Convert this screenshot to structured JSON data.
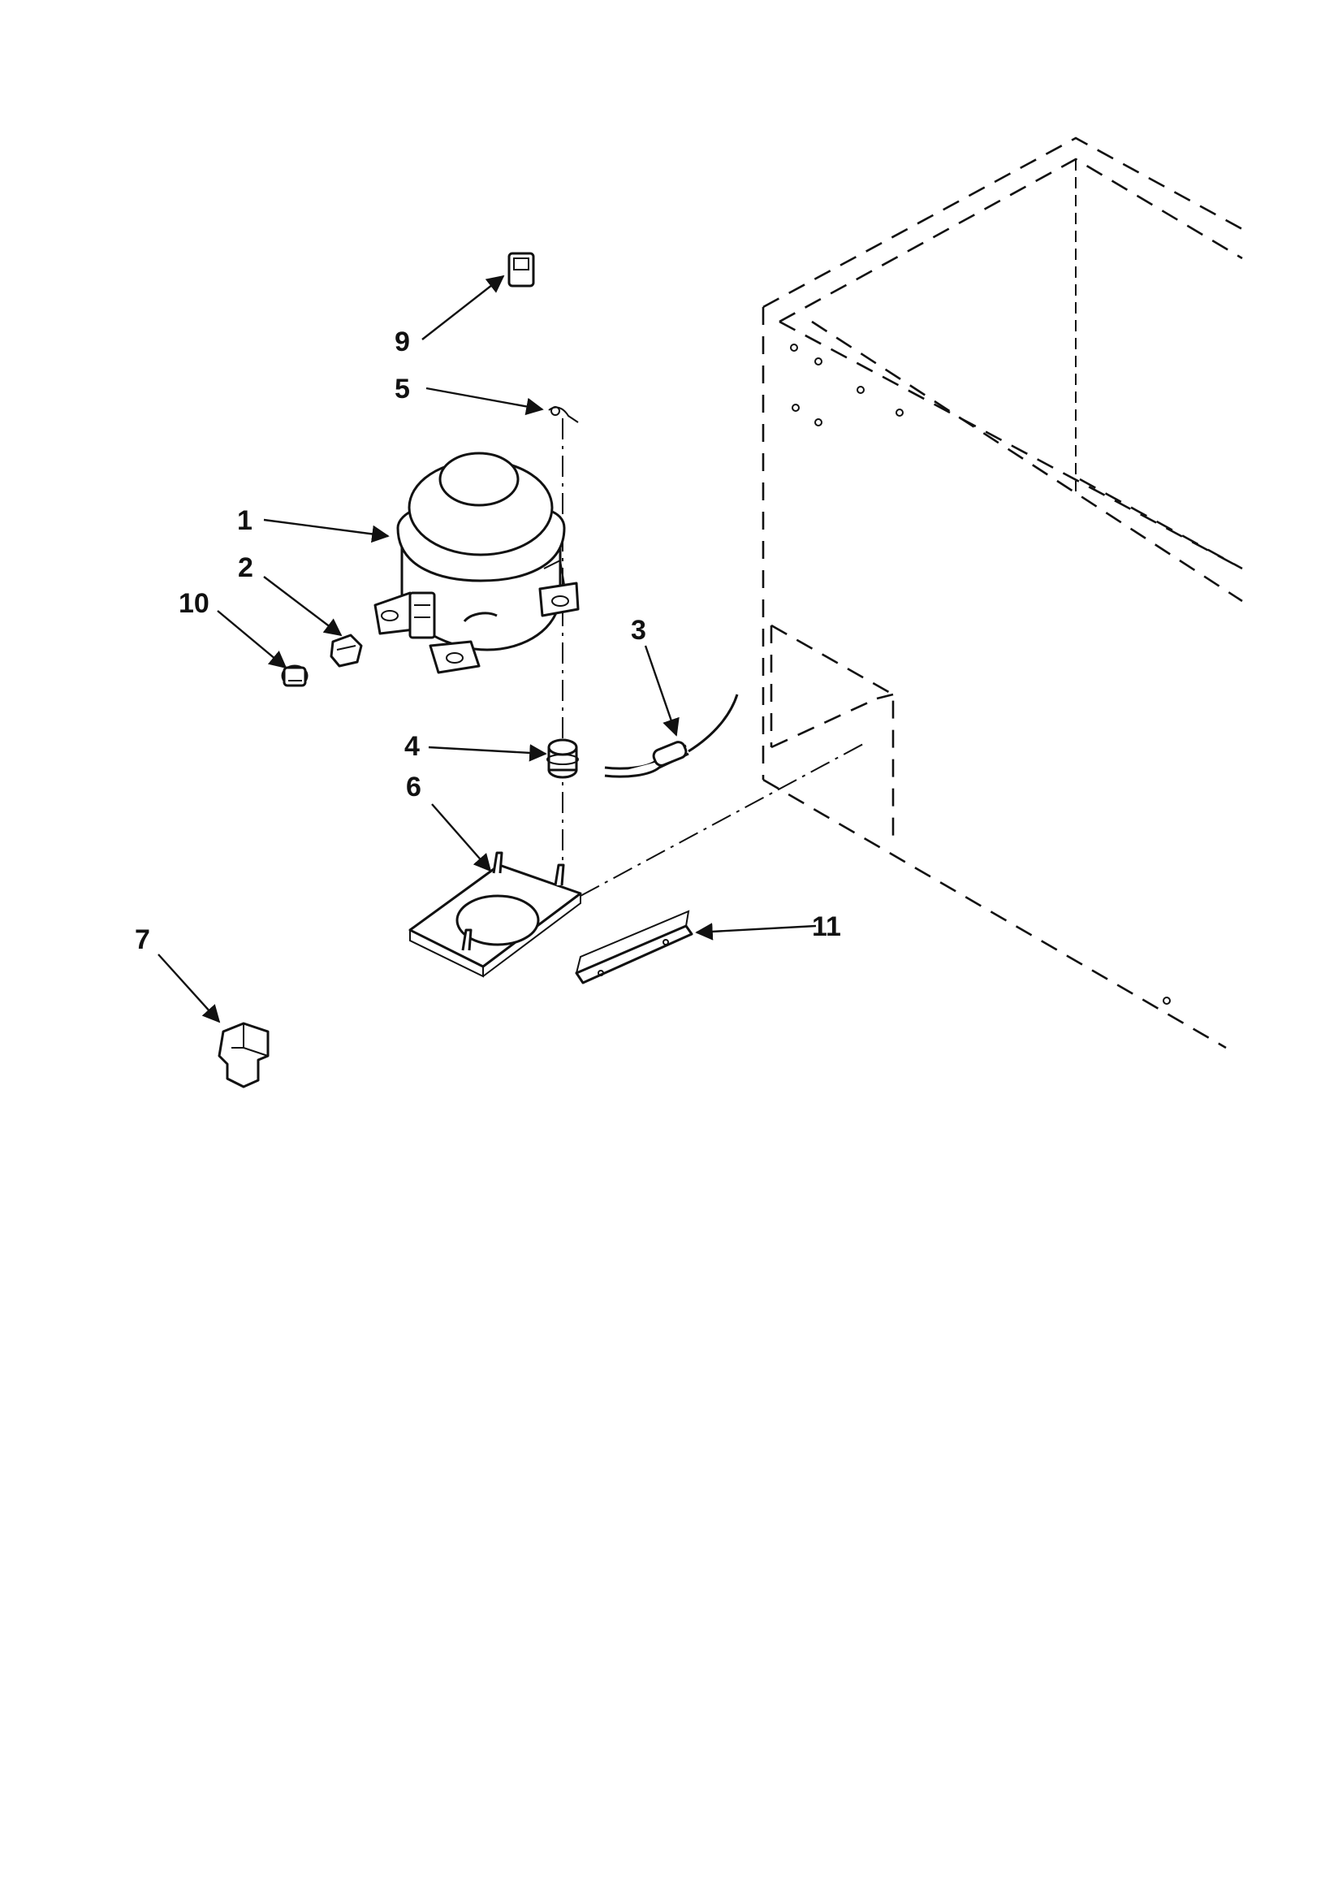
{
  "diagram": {
    "callouts": [
      {
        "id": "1",
        "label": "1"
      },
      {
        "id": "2",
        "label": "2"
      },
      {
        "id": "3",
        "label": "3"
      },
      {
        "id": "4",
        "label": "4"
      },
      {
        "id": "5",
        "label": "5"
      },
      {
        "id": "6",
        "label": "6"
      },
      {
        "id": "7",
        "label": "7"
      },
      {
        "id": "9",
        "label": "9"
      },
      {
        "id": "10",
        "label": "10"
      },
      {
        "id": "11",
        "label": "11"
      }
    ]
  }
}
